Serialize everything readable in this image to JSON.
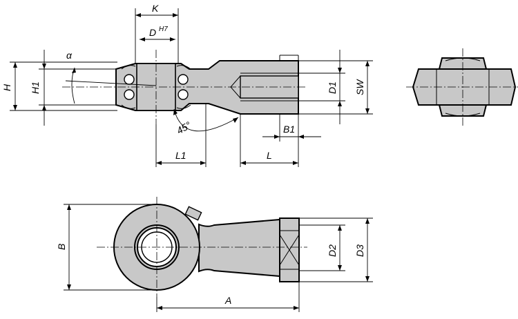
{
  "labels": {
    "K": "K",
    "D": "D",
    "D_tol": "H7",
    "alpha": "α",
    "H": "H",
    "H1": "H1",
    "D1": "D1",
    "SW": "SW",
    "B1": "B1",
    "angle": "45°",
    "L1": "L1",
    "L": "L",
    "B": "B",
    "A": "A",
    "D2": "D2",
    "D3": "D3"
  }
}
